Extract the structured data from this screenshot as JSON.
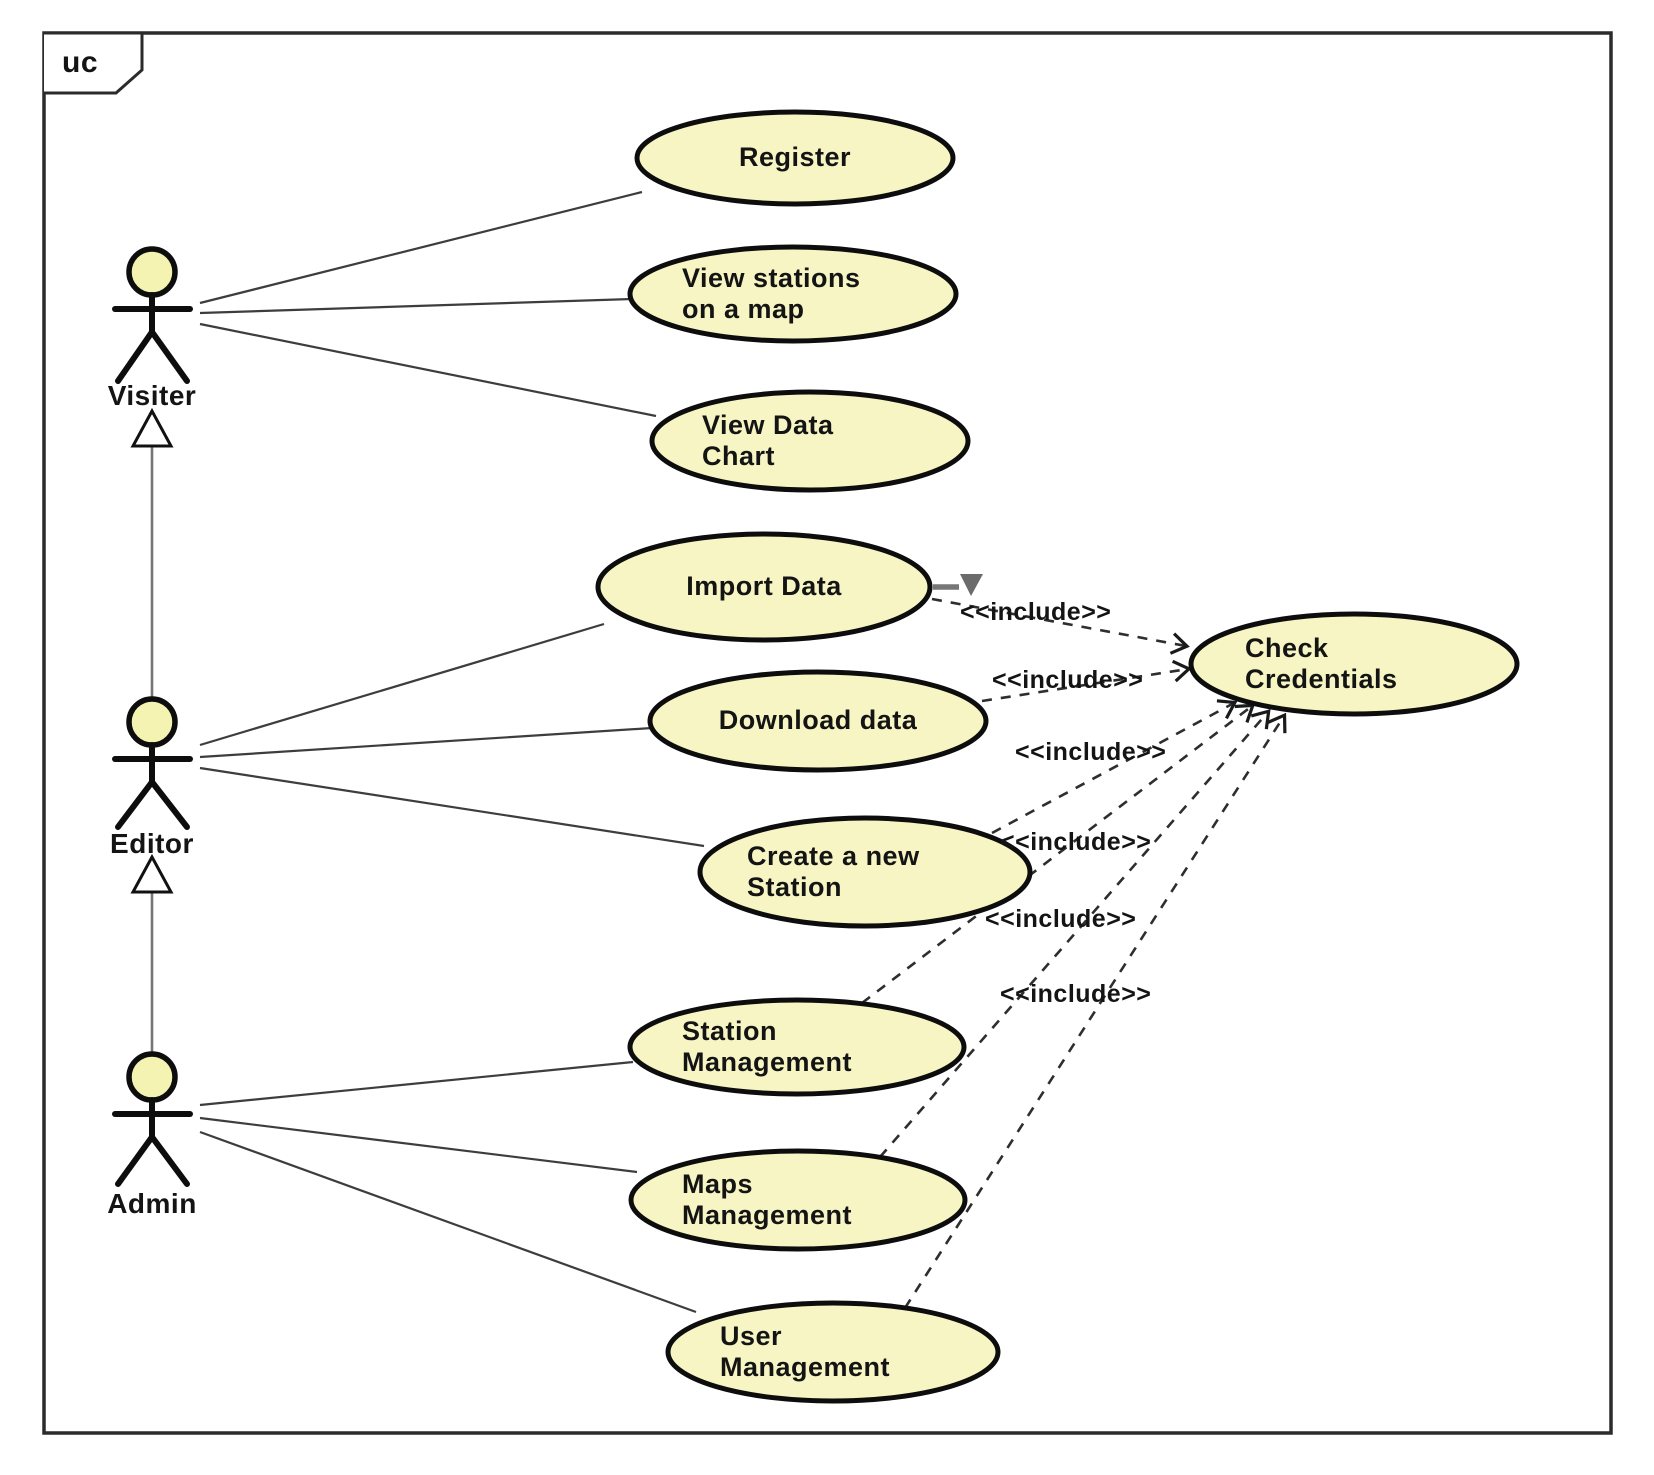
{
  "diagram": {
    "type": "uml-use-case-diagram",
    "frame_tag": "uc"
  },
  "actors": [
    {
      "name": "Visiter"
    },
    {
      "name": "Editor"
    },
    {
      "name": "Admin"
    }
  ],
  "use_cases": [
    {
      "label": "Register"
    },
    {
      "label": "View stations\non a map"
    },
    {
      "label": "View Data\nChart"
    },
    {
      "label": "Import Data"
    },
    {
      "label": "Download data"
    },
    {
      "label": "Create a new\nStation"
    },
    {
      "label": "Station\nManagement"
    },
    {
      "label": "Maps\nManagement"
    },
    {
      "label": "User\nManagement"
    },
    {
      "label": "Check\nCredentials"
    }
  ],
  "include_labels": [
    {
      "text": "<<include>>"
    },
    {
      "text": "<<include>>"
    },
    {
      "text": "<<include>>"
    },
    {
      "text": "<<include>>"
    },
    {
      "text": "<<include>>"
    },
    {
      "text": "<<include>>"
    }
  ],
  "relationships": {
    "associations": [
      {
        "from": "Visiter",
        "to": "Register"
      },
      {
        "from": "Visiter",
        "to": "View stations on a map"
      },
      {
        "from": "Visiter",
        "to": "View Data Chart"
      },
      {
        "from": "Editor",
        "to": "Import Data"
      },
      {
        "from": "Editor",
        "to": "Download data"
      },
      {
        "from": "Editor",
        "to": "Create a new Station"
      },
      {
        "from": "Admin",
        "to": "Station Management"
      },
      {
        "from": "Admin",
        "to": "Maps Management"
      },
      {
        "from": "Admin",
        "to": "User Management"
      }
    ],
    "includes": [
      {
        "from": "Import Data",
        "to": "Check Credentials"
      },
      {
        "from": "Download data",
        "to": "Check Credentials"
      },
      {
        "from": "Create a new Station",
        "to": "Check Credentials"
      },
      {
        "from": "Station Management",
        "to": "Check Credentials"
      },
      {
        "from": "Maps Management",
        "to": "Check Credentials"
      },
      {
        "from": "User Management",
        "to": "Check Credentials"
      }
    ],
    "generalizations": [
      {
        "child": "Editor",
        "parent": "Visiter"
      },
      {
        "child": "Admin",
        "parent": "Editor"
      }
    ]
  },
  "colors": {
    "usecase_fill": "#f6f5c3",
    "usecase_border": "#0d0d0d",
    "actor_head_fill": "#f4f3b2",
    "frame_border": "#2b2b2b",
    "text": "#141414",
    "background": "#ffffff"
  }
}
